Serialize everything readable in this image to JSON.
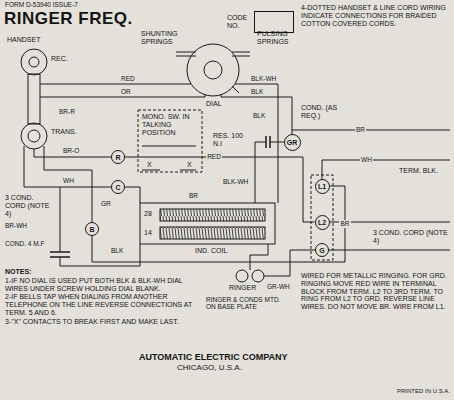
{
  "diagram": {
    "title": "RINGER FREQ.",
    "nodes": [
      {
        "text": [
          "CODE NO."
        ]
      },
      {
        "text": [
          "R"
        ]
      },
      {
        "text": [
          "C"
        ]
      },
      {
        "text": [
          "B"
        ]
      },
      {
        "text": [
          "GR"
        ]
      },
      {
        "text": [
          "L1"
        ]
      },
      {
        "text": [
          "L2"
        ]
      },
      {
        "text": [
          "G"
        ]
      }
    ],
    "edges": [
      {
        "from": 1,
        "to": 6,
        "arrow": "none",
        "label": "RED"
      },
      {
        "from": 3,
        "to": 5,
        "arrow": "none",
        "label": "BR"
      }
    ],
    "labels": [
      "FORM D-53940 ISSUE-7",
      "4-DOTTED HANDSET & LINE CORD WIRING INDICATE CONNECTIONS FOR BRAIDED COTTON COVERED CORDS.",
      "HANDSET",
      "REC.",
      "TRANS.",
      "SHUNTING SPRINGS",
      "PULSING SPRINGS",
      "DIAL",
      "RED",
      "OR",
      "BLK-WH",
      "BLK",
      "MONO. SW. IN TALKING POSITION",
      "RES. 100 N.I",
      "BLK",
      "COND. (AS REQ.)",
      "BR",
      "BLK-WH",
      "3 COND. CORD (NOTE 4)",
      "TERM. BLK.",
      "BR-R",
      "BR-O",
      "WH",
      "GR",
      "BR",
      "28",
      "14",
      "IND. COIL",
      "3 COND. CORD (NOTE 4)",
      "BR-WH",
      "COND. 4 M.F",
      "BLK",
      "RINGER",
      "RINGER & CONDS MTD. ON BASE PLATE",
      "GR-WH",
      "WIRED FOR METALLIC RINGING. FOR GRD. RINGING MOVE RED WIRE IN TERMINAL BLOCK FROM TERM. L2 TO 3RD TERM. TO RING FROM L2 TO GRD. REVERSE LINE WIRES. DO NOT MOVE BR. WIRE FROM L1.",
      "NOTES:",
      "1-IF NO DIAL IS USED PUT BOTH BLK & BLK-WH DIAL WIRES UNDER SCREW HOLDING DIAL BLANK.",
      "2-IF BELLS TAP WHEN DIALING FROM ANOTHER TELEPHONE ON THE LINE REVERSE CONNECTIONS AT TERM. 5 AND 6.",
      "3-\"X\" CONTACTS TO BREAK FIRST AND MAKE LAST.",
      "AUTOMATIC ELECTRIC COMPANY",
      "CHICAGO, U.S.A.",
      "PRINTED IN U.S.A.",
      "X",
      "X",
      "WH"
    ]
  }
}
